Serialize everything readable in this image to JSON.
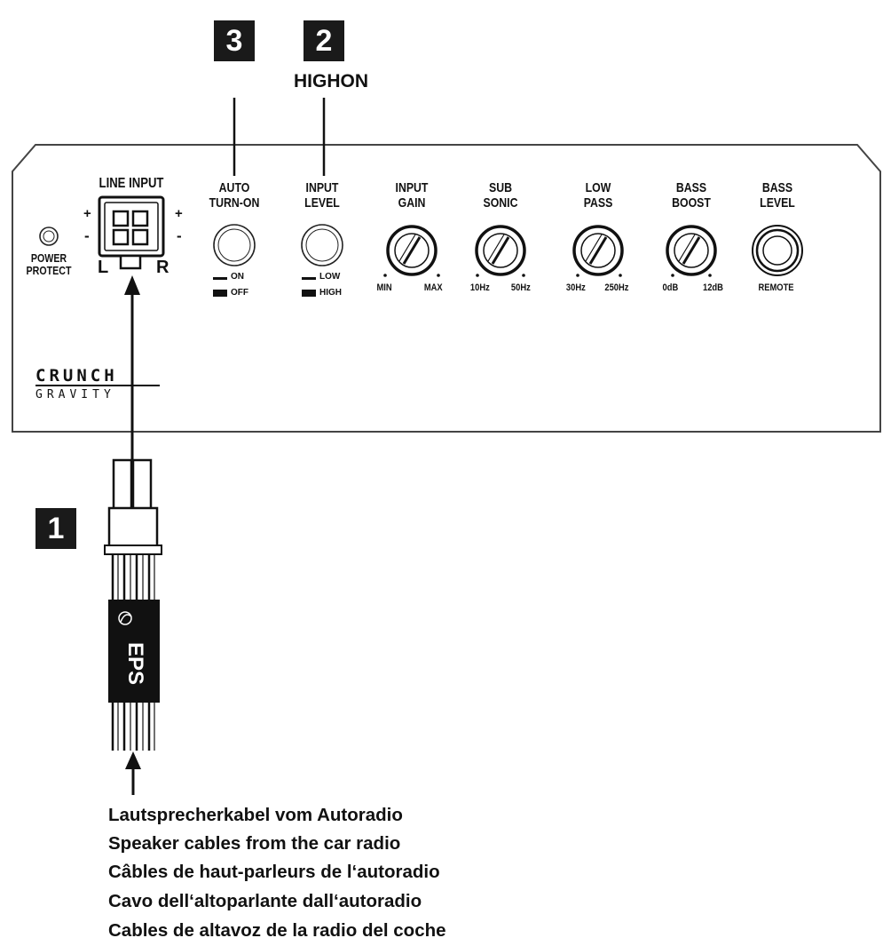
{
  "badges": {
    "one": "1",
    "two": "2",
    "three": "3"
  },
  "highon_label": "HIGHON",
  "power_protect": {
    "line1": "POWER",
    "line2": "PROTECT"
  },
  "line_input": {
    "title": "LINE INPUT",
    "left": "L",
    "right": "R",
    "plus": "+",
    "minus": "-"
  },
  "controls": {
    "auto_turn_on": {
      "line1": "AUTO",
      "line2": "TURN-ON",
      "opt_on": "ON",
      "opt_off": "OFF"
    },
    "input_level": {
      "line1": "INPUT",
      "line2": "LEVEL",
      "opt_low": "LOW",
      "opt_high": "HIGH"
    },
    "input_gain": {
      "line1": "INPUT",
      "line2": "GAIN",
      "min": "MIN",
      "max": "MAX"
    },
    "sub_sonic": {
      "line1": "SUB",
      "line2": "SONIC",
      "min": "10Hz",
      "max": "50Hz"
    },
    "low_pass": {
      "line1": "LOW",
      "line2": "PASS",
      "min": "30Hz",
      "max": "250Hz"
    },
    "bass_boost": {
      "line1": "BASS",
      "line2": "BOOST",
      "min": "0dB",
      "max": "12dB"
    },
    "bass_level": {
      "line1": "BASS",
      "line2": "LEVEL",
      "sub": "REMOTE"
    }
  },
  "brand": {
    "crunch": "CRUNCH",
    "gravity": "GRAVITY"
  },
  "cable_brand": "EPS",
  "legend": [
    "Lautsprecherkabel vom Autoradio",
    "Speaker cables from the car radio",
    "Câbles de haut-parleurs de l‘autoradio",
    "Cavo dell‘altoparlante dall‘autoradio",
    "Cables de altavoz de la radio del coche"
  ],
  "colors": {
    "ink": "#111111",
    "badge": "#1a1a1a",
    "panel_stroke": "#444444"
  }
}
